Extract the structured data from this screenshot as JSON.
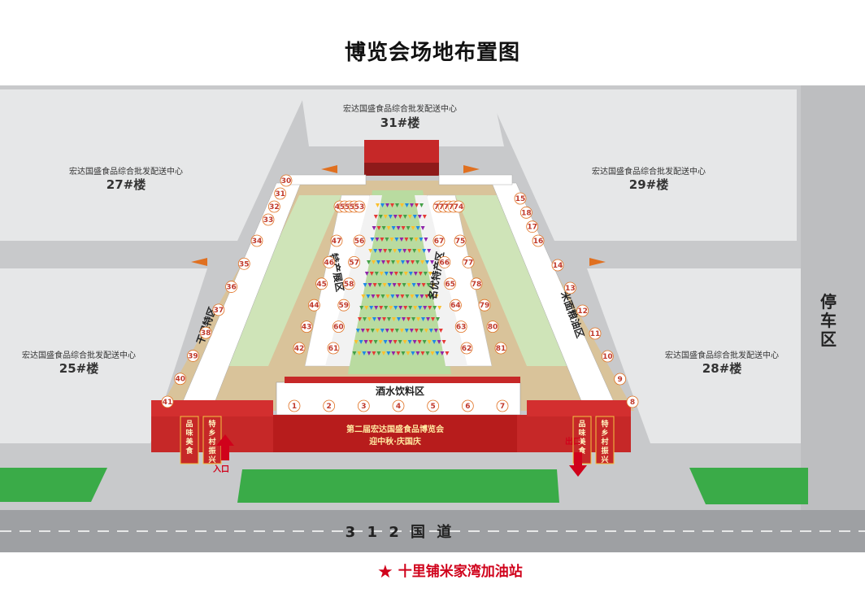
{
  "title": "博览会场地布置图",
  "buildings": [
    {
      "name": "宏达国盛食品综合批发配送中心",
      "num": "31#楼"
    },
    {
      "name": "宏达国盛食品综合批发配送中心",
      "num": "27#楼"
    },
    {
      "name": "宏达国盛食品综合批发配送中心",
      "num": "29#楼"
    },
    {
      "name": "宏达国盛食品综合批发配送中心",
      "num": "25#楼"
    },
    {
      "name": "宏达国盛食品综合批发配送中心",
      "num": "28#楼"
    }
  ],
  "parking": "停车区",
  "road": "3 1 2 国 道",
  "gas_station": "十里铺米家湾加油站",
  "zones": {
    "drinks": "酒水饮料区",
    "specialty_left": "特产展区",
    "specialty_right": "名优特产区",
    "dry_goods": "干果特区",
    "rice_oil": "米面粮油区"
  },
  "banner": "第二届宏达国盛食品博览会",
  "banner_sub": "迎中秋·庆国庆",
  "gates": {
    "entrance": "入口",
    "exit": "出口"
  },
  "arches": [
    "品味美食",
    "特乡村振兴",
    "品味美食",
    "特乡村振兴"
  ],
  "front_booths": [
    "1",
    "2",
    "3",
    "4",
    "5",
    "6",
    "7"
  ],
  "left_col": [
    "34",
    "35",
    "36",
    "37",
    "38",
    "39",
    "40",
    "41"
  ],
  "right_col": [
    "14",
    "13",
    "12",
    "11",
    "10",
    "9",
    "8"
  ],
  "left_top": [
    "33",
    "32",
    "31",
    "30"
  ],
  "right_top": [
    "16",
    "17",
    "18",
    "15"
  ],
  "center_left_a": [
    "47",
    "46",
    "45",
    "44",
    "43",
    "42"
  ],
  "center_left_b": [
    "56",
    "57",
    "58",
    "59",
    "60",
    "61"
  ],
  "center_right_a": [
    "67",
    "66",
    "65",
    "64",
    "63",
    "62"
  ],
  "center_right_b": [
    "75",
    "77",
    "78",
    "79",
    "80",
    "81"
  ],
  "top_row_left": [
    "49",
    "50",
    "51",
    "52",
    "53"
  ],
  "top_row_right": [
    "70",
    "71",
    "72",
    "73",
    "74"
  ]
}
